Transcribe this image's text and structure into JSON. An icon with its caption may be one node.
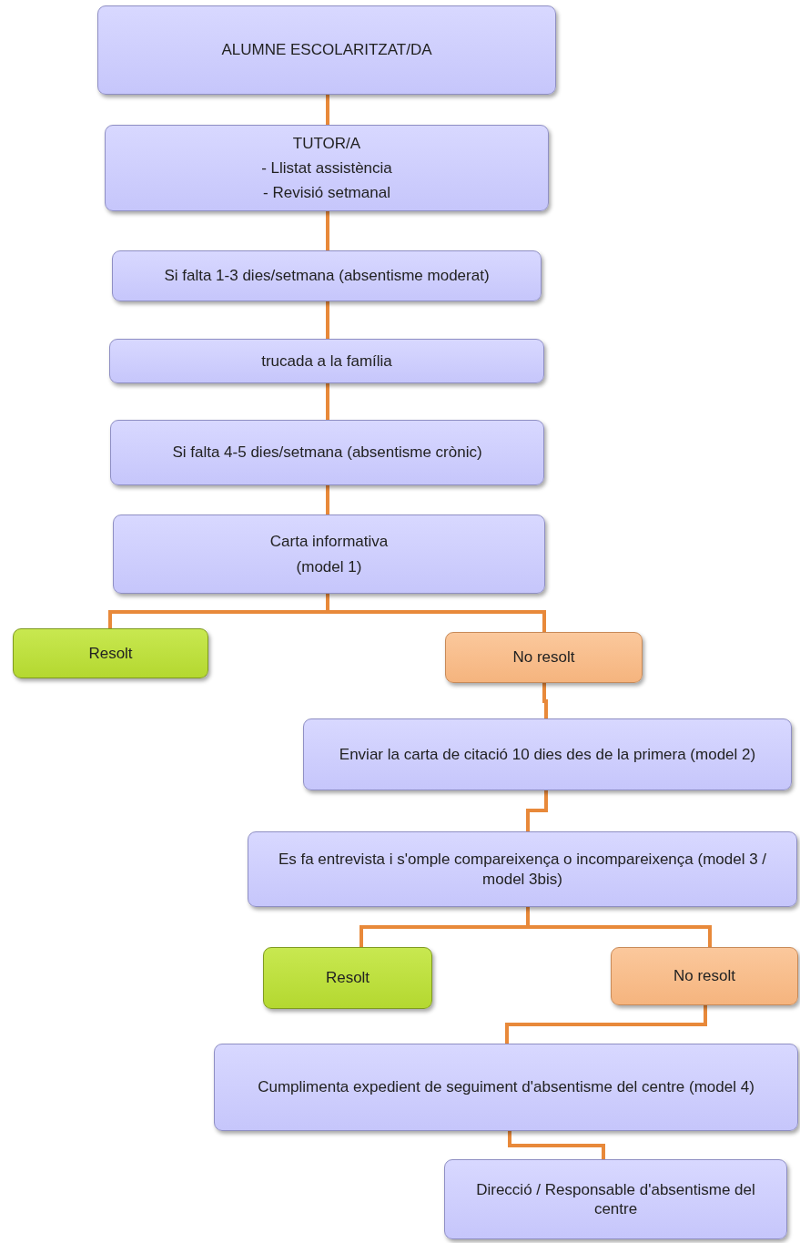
{
  "diagram": {
    "nodes": [
      {
        "text": [
          "ALUMNE ESCOLARITZAT/DA"
        ]
      },
      {
        "text": [
          "TUTOR/A",
          "- Llistat assistència",
          "- Revisió setmanal"
        ]
      },
      {
        "text": [
          "Si falta 1-3 dies/setmana (absentisme moderat)"
        ]
      },
      {
        "text": [
          "trucada a la família"
        ]
      },
      {
        "text": [
          "Si falta 4-5 dies/setmana (absentisme crònic)"
        ]
      },
      {
        "text": [
          "Carta informativa",
          "(model 1)"
        ]
      },
      {
        "text": [
          "Resolt"
        ]
      },
      {
        "text": [
          "No resolt"
        ]
      },
      {
        "text": [
          "Enviar la carta de citació 10 dies des de la primera (model 2)"
        ]
      },
      {
        "text": [
          "Es fa entrevista i s'omple compareixença o incompareixença  (model 3 / model 3bis)"
        ]
      },
      {
        "text": [
          "Resolt"
        ]
      },
      {
        "text": [
          "No resolt"
        ]
      },
      {
        "text": [
          "Cumplimenta expedient de seguiment d'absentisme del centre (model 4)"
        ]
      },
      {
        "text": [
          "Direcció / Responsable d'absentisme del centre"
        ]
      }
    ],
    "edges": [
      {
        "from": 0,
        "to": 1,
        "arrow": "none"
      },
      {
        "from": 1,
        "to": 2,
        "arrow": "none"
      },
      {
        "from": 2,
        "to": 3,
        "arrow": "none"
      },
      {
        "from": 3,
        "to": 4,
        "arrow": "none"
      },
      {
        "from": 4,
        "to": 5,
        "arrow": "none"
      },
      {
        "from": 5,
        "to": 6,
        "arrow": "none"
      },
      {
        "from": 5,
        "to": 7,
        "arrow": "none"
      },
      {
        "from": 7,
        "to": 8,
        "arrow": "none"
      },
      {
        "from": 8,
        "to": 9,
        "arrow": "none"
      },
      {
        "from": 9,
        "to": 10,
        "arrow": "none"
      },
      {
        "from": 9,
        "to": 11,
        "arrow": "none"
      },
      {
        "from": 11,
        "to": 12,
        "arrow": "none"
      },
      {
        "from": 12,
        "to": 13,
        "arrow": "none"
      }
    ]
  }
}
